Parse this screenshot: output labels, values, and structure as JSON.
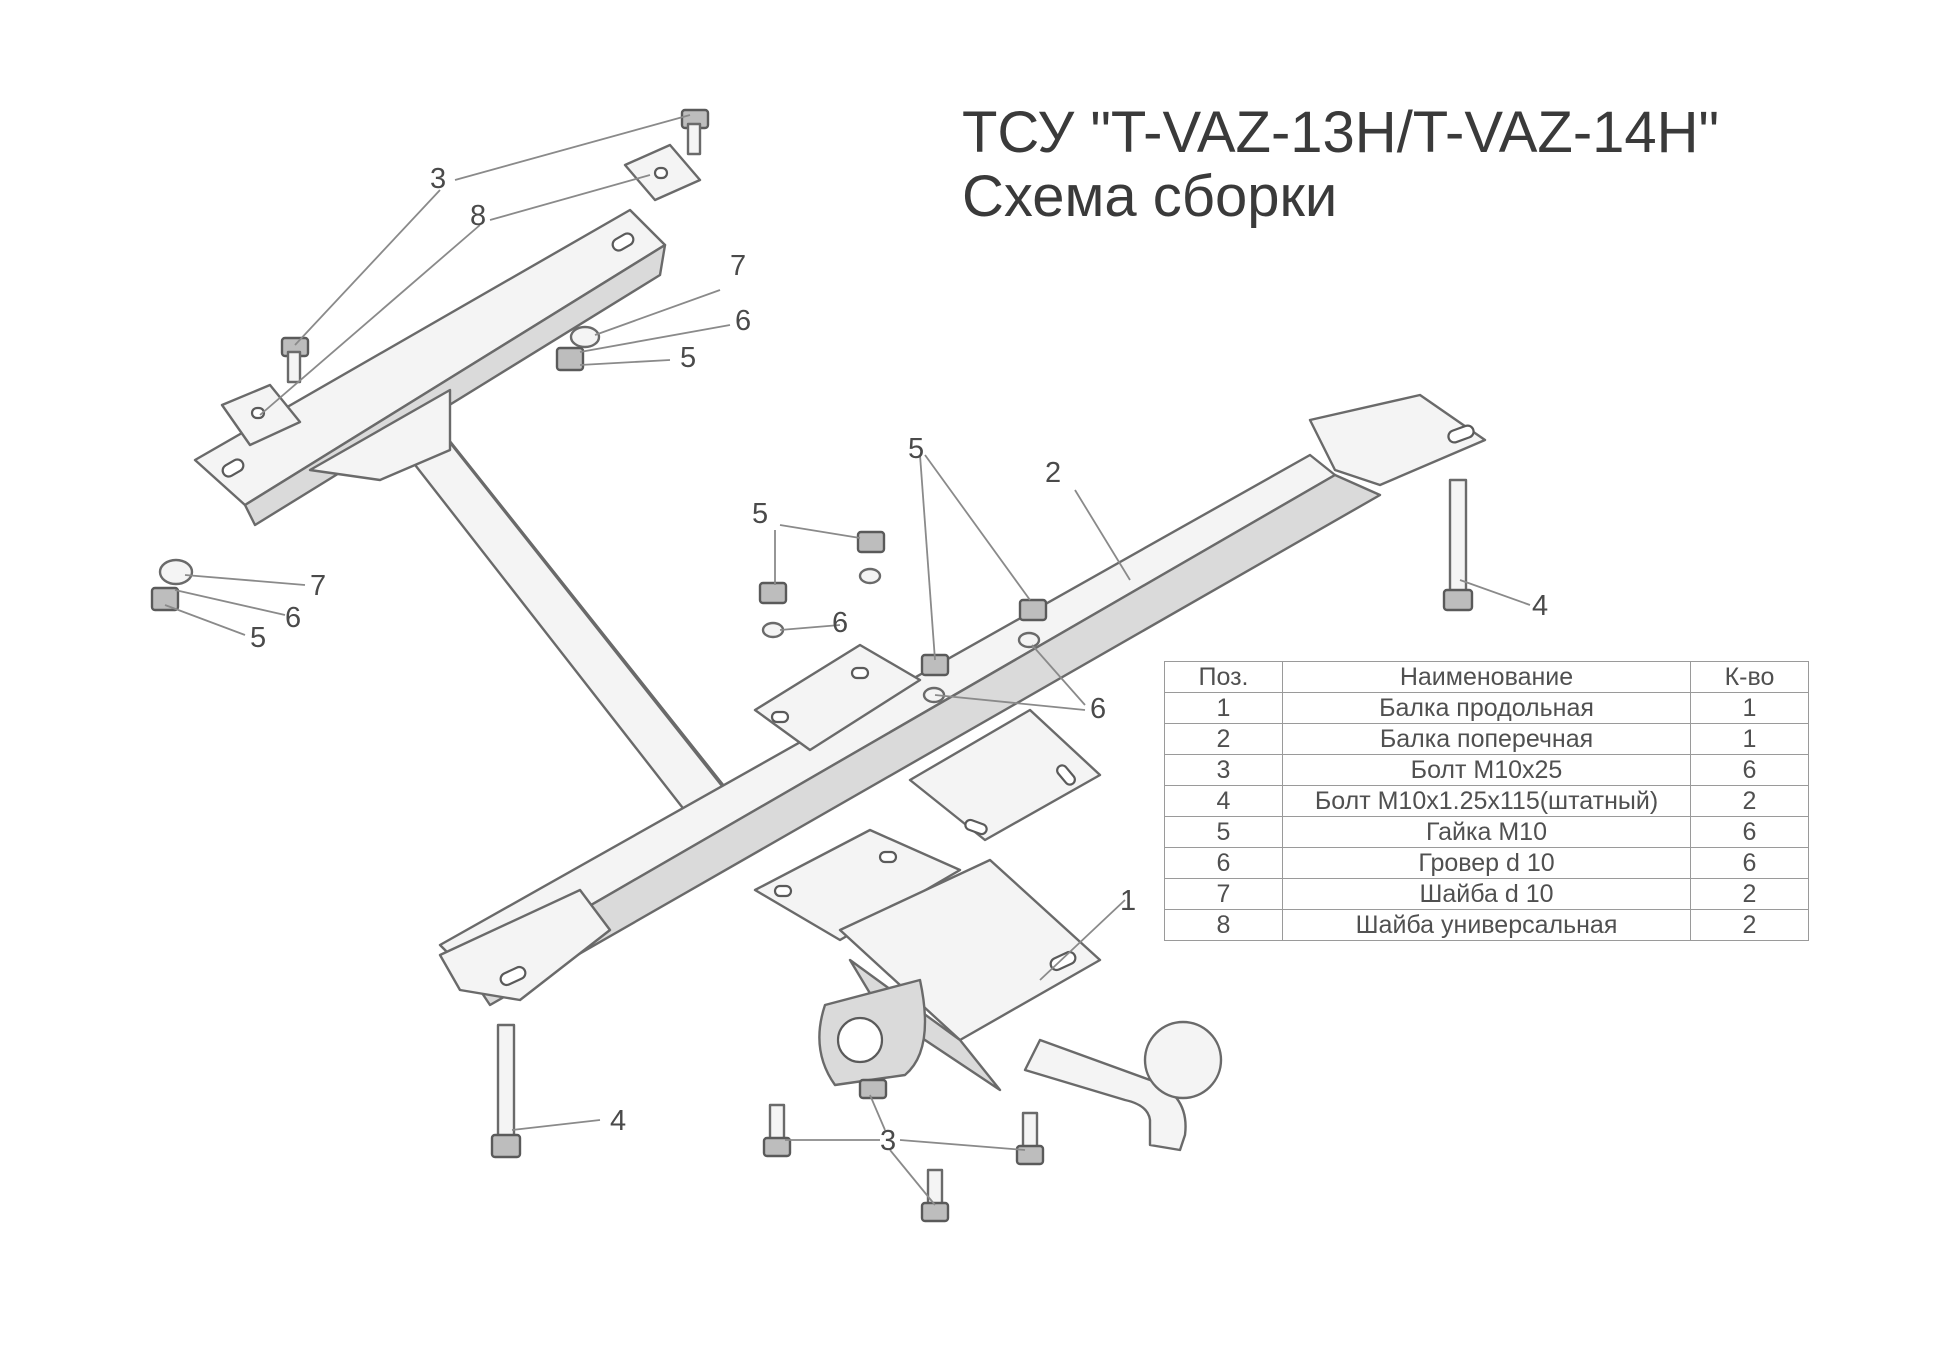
{
  "title": "ТСУ \"T-VAZ-13H/T-VAZ-14H\"",
  "subtitle": "Схема сборки",
  "callouts": [
    "1",
    "2",
    "3",
    "3",
    "4",
    "4",
    "5",
    "5",
    "5",
    "5",
    "6",
    "6",
    "6",
    "6",
    "7",
    "7",
    "8"
  ],
  "table": {
    "headers": [
      "Поз.",
      "Наименование",
      "К-во"
    ],
    "rows": [
      {
        "pos": "1",
        "name": "Балка продольная",
        "qty": "1"
      },
      {
        "pos": "2",
        "name": "Балка поперечная",
        "qty": "1"
      },
      {
        "pos": "3",
        "name": "Болт М10х25",
        "qty": "6"
      },
      {
        "pos": "4",
        "name": "Болт М10х1.25х115(штатный)",
        "qty": "2"
      },
      {
        "pos": "5",
        "name": "Гайка  М10",
        "qty": "6"
      },
      {
        "pos": "6",
        "name": "Гровер d 10",
        "qty": "6"
      },
      {
        "pos": "7",
        "name": "Шайба d 10",
        "qty": "2"
      },
      {
        "pos": "8",
        "name": "Шайба универсальная",
        "qty": "2"
      }
    ]
  },
  "colors": {
    "line": "#6a6a6a",
    "fill": "#f4f4f4",
    "text": "#3a3a3a"
  }
}
